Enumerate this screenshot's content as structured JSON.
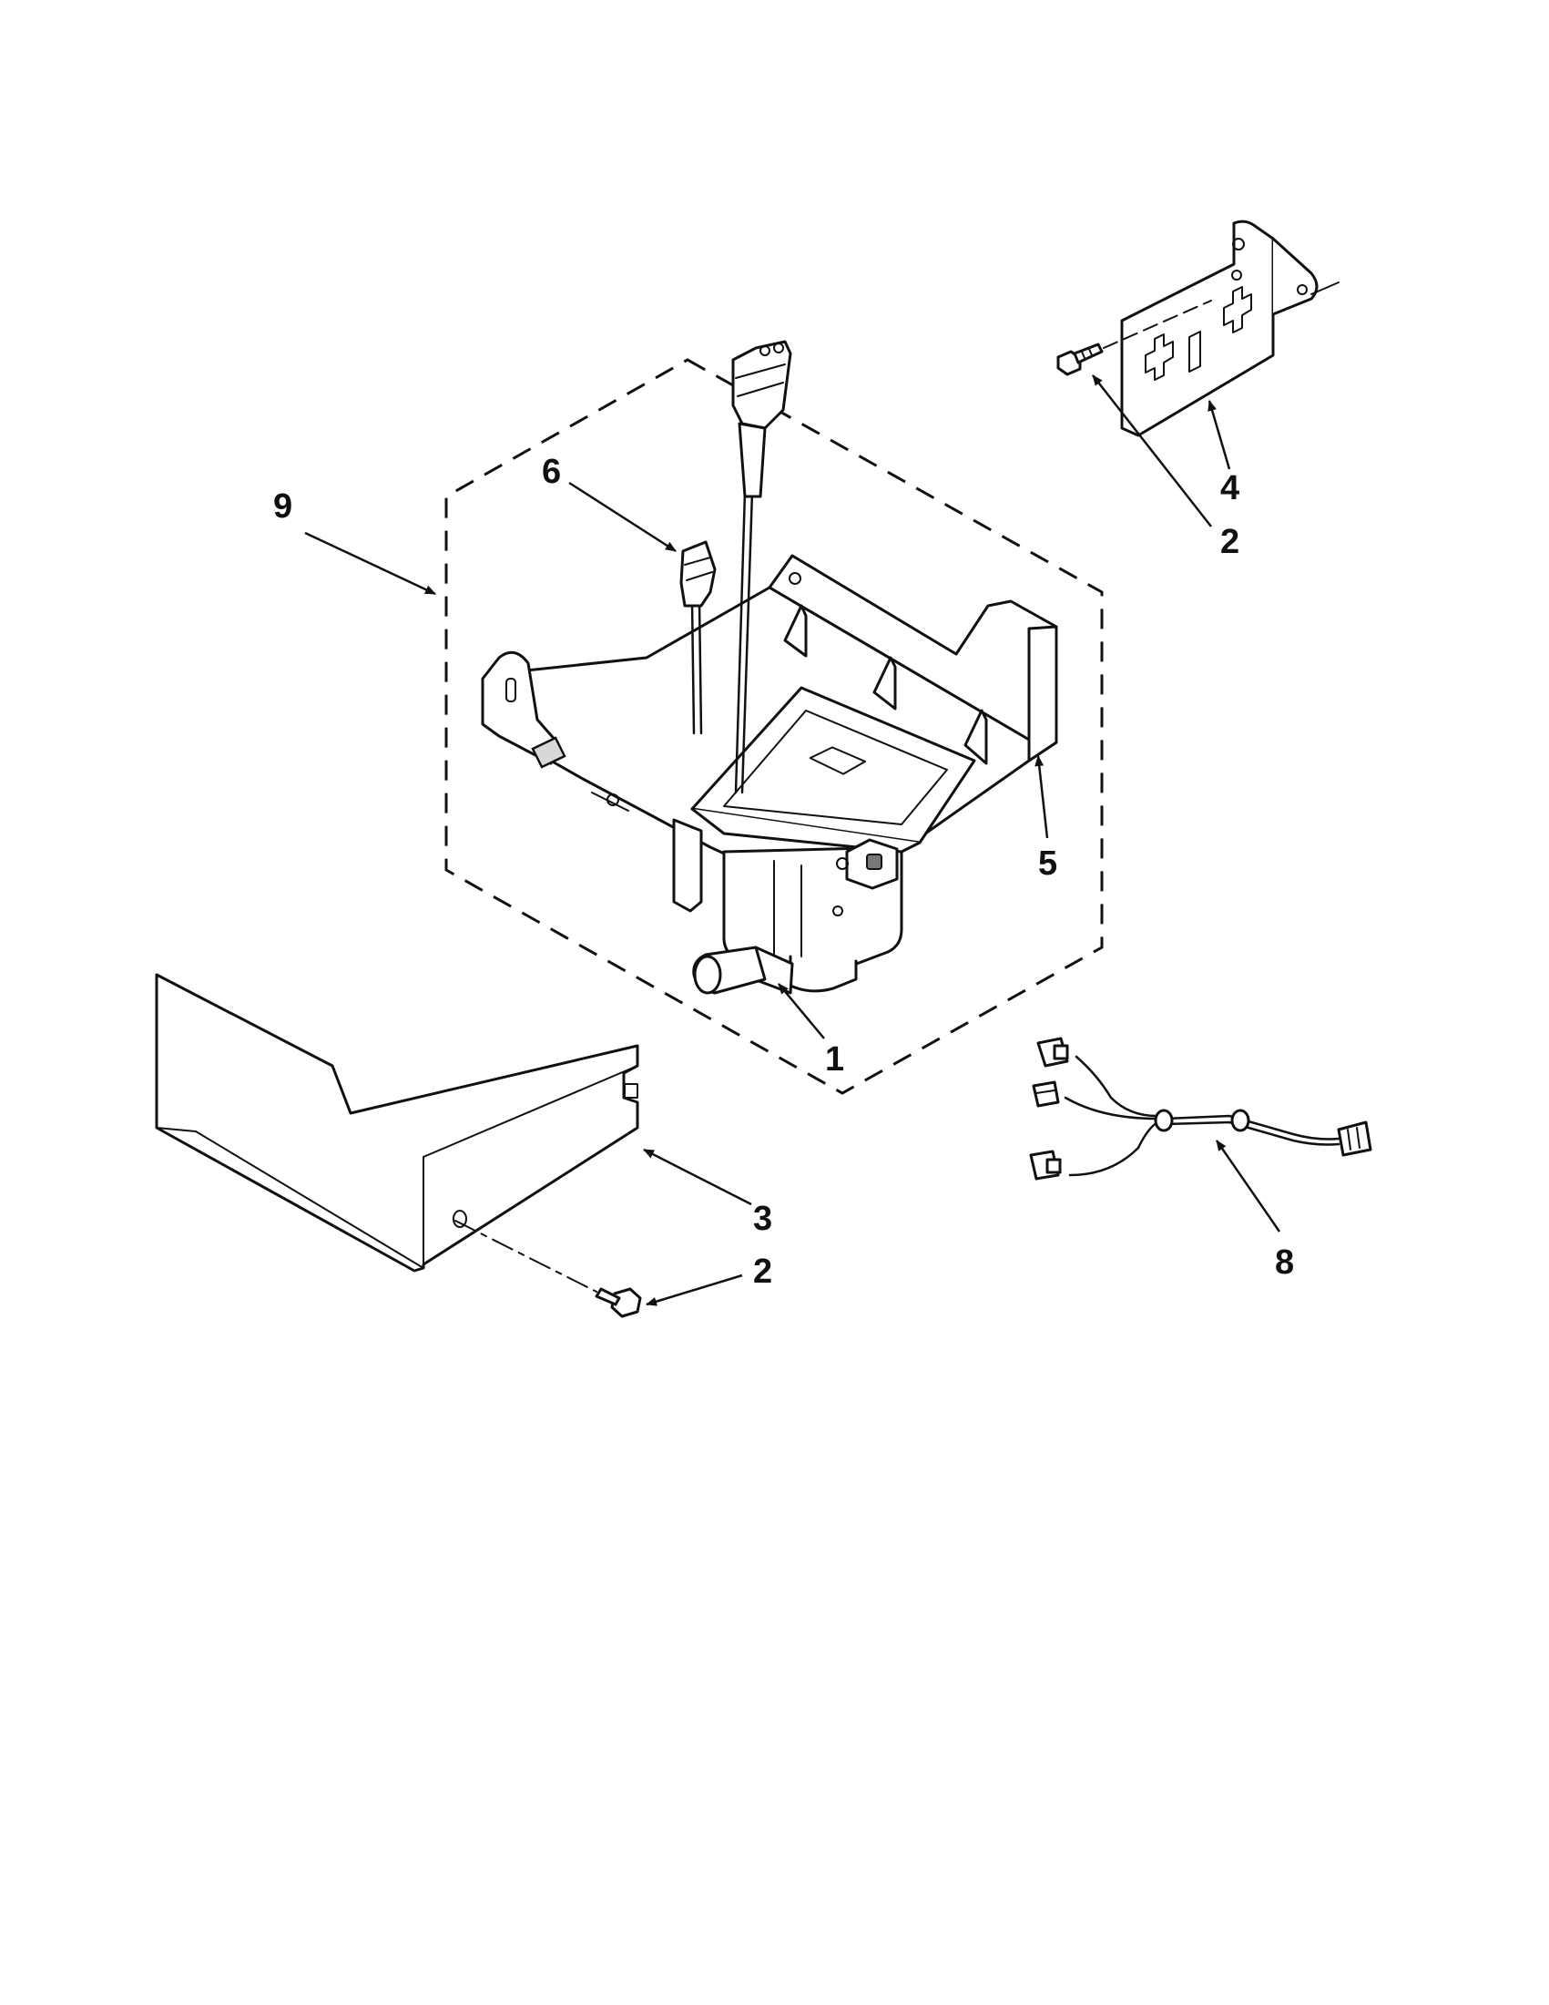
{
  "callouts": {
    "c1": "1",
    "c2a": "2",
    "c2b": "2",
    "c3": "3",
    "c4": "4",
    "c5": "5",
    "c6": "6",
    "c8": "8",
    "c9": "9"
  }
}
